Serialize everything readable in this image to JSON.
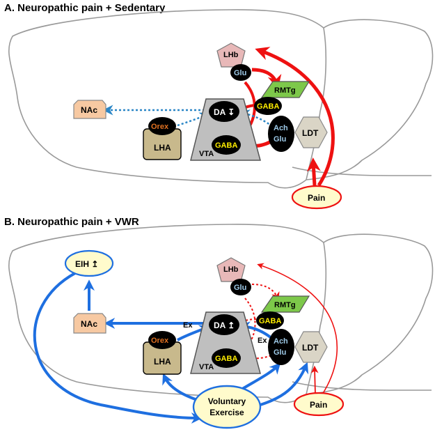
{
  "panel_a": {
    "title": "A. Neuropathic pain + Sedentary",
    "lhb": "LHb",
    "lhb_glu": "Glu",
    "rmtg": "RMTg",
    "rmtg_gaba": "GABA",
    "nac": "NAc",
    "da": "DA ↧",
    "orex": "Orex",
    "lha": "LHA",
    "vta": "VTA",
    "vta_gaba": "GABA",
    "ach": "Ach",
    "glu": "Glu",
    "ldt": "LDT",
    "pain": "Pain"
  },
  "panel_b": {
    "title": "B. Neuropathic pain + VWR",
    "eih": "EIH ↥",
    "lhb": "LHb",
    "lhb_glu": "Glu",
    "rmtg": "RMTg",
    "rmtg_gaba": "GABA",
    "nac": "NAc",
    "da": "DA ↥",
    "orex": "Orex",
    "ex1": "Ex",
    "lha": "LHA",
    "vta": "VTA",
    "vta_gaba": "GABA",
    "ach": "Ach",
    "glu": "Glu",
    "ex2": "Ex",
    "ldt": "LDT",
    "pain": "Pain",
    "exercise_l1": "Voluntary",
    "exercise_l2": "Exercise"
  },
  "colors": {
    "pain_red": "#ee1111",
    "exercise_blue": "#1e6fe0",
    "dotted_blue": "#2a86c6",
    "lhb_fill": "#e8b8b8",
    "rmtg_fill": "#7dc84a",
    "nac_fill": "#f7c9a2",
    "lha_fill": "#c8b98c",
    "vta_fill": "#bfbfbf",
    "ldt_fill": "#dad5c6",
    "pain_fill": "#fffbcc"
  }
}
